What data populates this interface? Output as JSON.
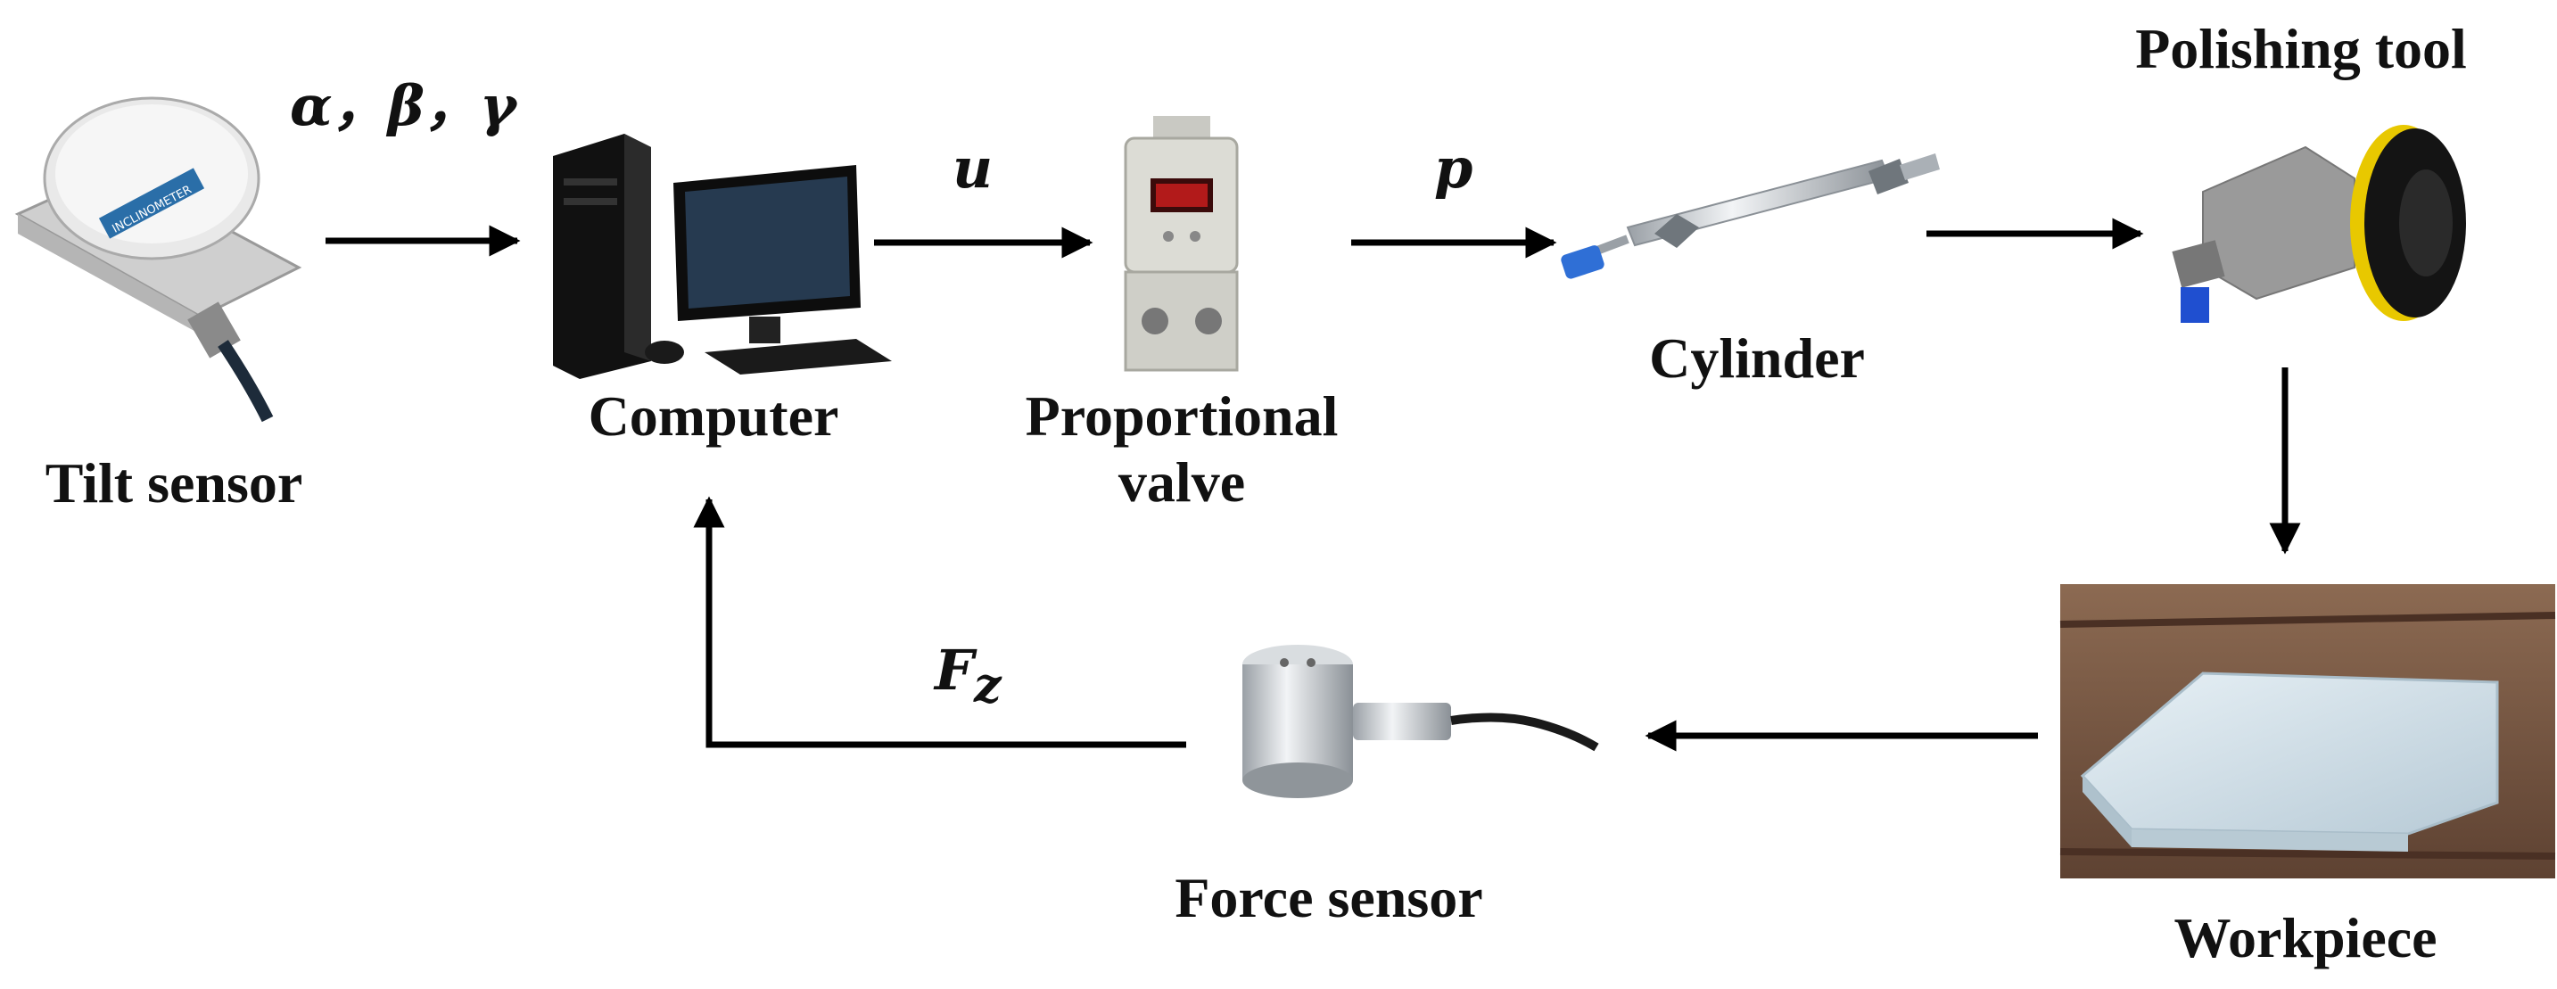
{
  "labels": {
    "tilt_sensor": "Tilt sensor",
    "computer": "Computer",
    "proportional_valve_line1": "Proportional",
    "proportional_valve_line2": "valve",
    "cylinder": "Cylinder",
    "polishing_tool": "Polishing tool",
    "workpiece": "Workpiece",
    "force_sensor": "Force sensor"
  },
  "signals": {
    "angles": "α，β，γ",
    "u": "u",
    "p": "p",
    "fz_main": "F",
    "fz_sub": "z"
  },
  "device_text": {
    "inclinometer": "INCLINOMETER"
  },
  "colors": {
    "arrow": "#000000",
    "sensor_body": "#dcdcdc",
    "valve_body": "#d8d8d0",
    "cylinder_rod": "#c0c4c8",
    "tool_pad": "#151515",
    "tool_ring": "#e8c800",
    "workpiece_glass": "#cfe0ea",
    "workpiece_bg": "#7a5a46"
  },
  "icons": [
    "tilt-sensor-icon",
    "computer-icon",
    "proportional-valve-icon",
    "cylinder-icon",
    "polishing-tool-icon",
    "workpiece-icon",
    "force-sensor-icon"
  ]
}
